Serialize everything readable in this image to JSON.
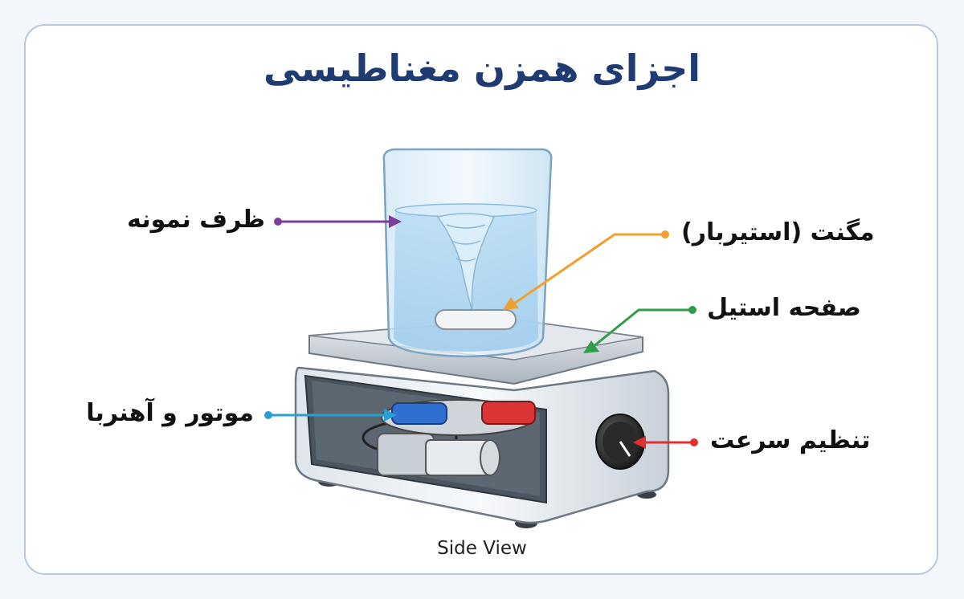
{
  "title": "اجزای همزن مغناطیسی",
  "labels": {
    "sample_container": "ظرف نمونه",
    "magnet_stirbar": "مگنت (استیربار)",
    "steel_plate": "صفحه استیل",
    "motor_magnet": "موتور و آهنربا",
    "speed_control": "تنظیم سرعت"
  },
  "caption": "Side View",
  "colors": {
    "title": "#1f3c72",
    "sample_container_arrow": "#7b3f98",
    "magnet_stirbar_arrow": "#f0a030",
    "steel_plate_arrow": "#2e9e4a",
    "motor_magnet_arrow": "#2a9fd6",
    "speed_control_arrow": "#e03030"
  }
}
